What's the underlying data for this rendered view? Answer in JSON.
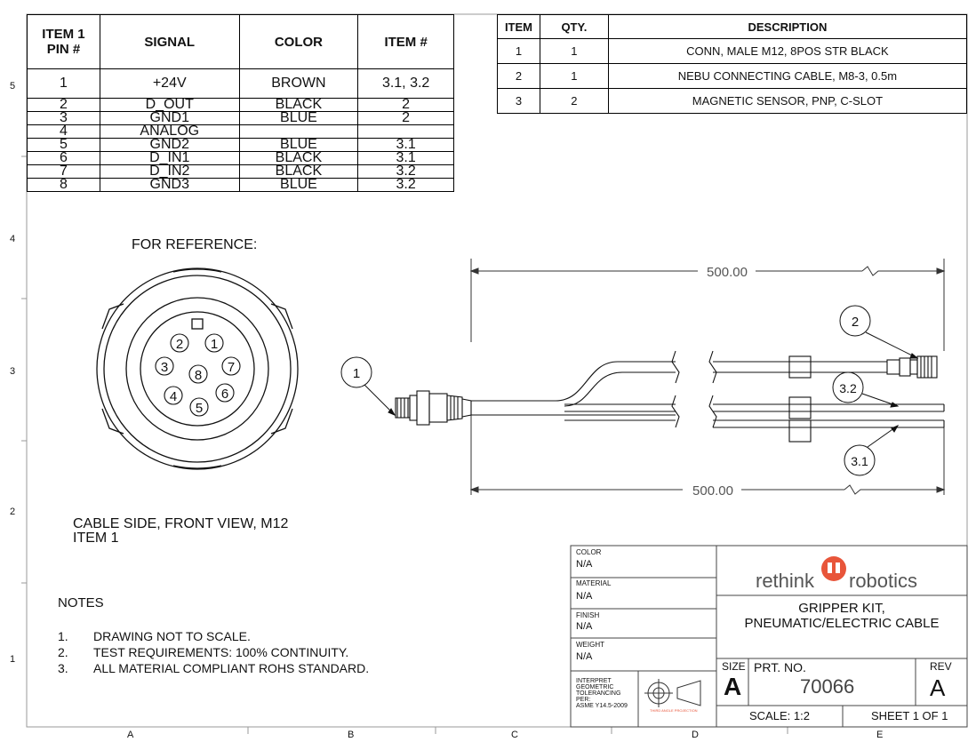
{
  "pin_table": {
    "headers": [
      "ITEM 1 PIN #",
      "SIGNAL",
      "COLOR",
      "ITEM #"
    ],
    "rows": [
      [
        "1",
        "+24V",
        "BROWN",
        "3.1, 3.2"
      ],
      [
        "2",
        "D_OUT",
        "BLACK",
        "2"
      ],
      [
        "3",
        "GND1",
        "BLUE",
        "2"
      ],
      [
        "4",
        "ANALOG",
        "",
        ""
      ],
      [
        "5",
        "GND2",
        "BLUE",
        "3.1"
      ],
      [
        "6",
        "D_IN1",
        "BLACK",
        "3.1"
      ],
      [
        "7",
        "D_IN2",
        "BLACK",
        "3.2"
      ],
      [
        "8",
        "GND3",
        "BLUE",
        "3.2"
      ]
    ]
  },
  "bom_table": {
    "headers": [
      "ITEM",
      "QTY.",
      "DESCRIPTION"
    ],
    "rows": [
      [
        "1",
        "1",
        "CONN, MALE M12, 8POS STR BLACK"
      ],
      [
        "2",
        "1",
        "NEBU CONNECTING CABLE, M8-3, 0.5m"
      ],
      [
        "3",
        "2",
        "MAGNETIC SENSOR, PNP, C-SLOT"
      ]
    ]
  },
  "zones": {
    "rows": [
      "5",
      "4",
      "3",
      "2",
      "1"
    ],
    "cols": [
      "A",
      "B",
      "C",
      "D",
      "E"
    ]
  },
  "connector_view": {
    "reference_label": "FOR REFERENCE:",
    "caption_line1": "CABLE SIDE, FRONT VIEW, M12",
    "caption_line2": "ITEM 1",
    "pins": [
      "1",
      "2",
      "3",
      "4",
      "5",
      "6",
      "7",
      "8"
    ]
  },
  "cable_drawing": {
    "dim_top": "500.00",
    "dim_bottom": "500.00",
    "balloons": [
      "1",
      "2",
      "3.2",
      "3.1"
    ]
  },
  "notes": {
    "title": "NOTES",
    "items": [
      {
        "num": "1.",
        "text": "DRAWING NOT TO SCALE."
      },
      {
        "num": "2.",
        "text": "TEST REQUIREMENTS: 100% CONTINUITY."
      },
      {
        "num": "3.",
        "text": "ALL MATERIAL COMPLIANT ROHS STANDARD."
      }
    ]
  },
  "title_block": {
    "color_label": "COLOR",
    "color_value": "N/A",
    "material_label": "MATERIAL",
    "material_value": "N/A",
    "finish_label": "FINISH",
    "finish_value": "N/A",
    "weight_label": "WEIGHT",
    "weight_value": "N/A",
    "tolerancing": [
      "INTERPRET",
      "GEOMETRIC",
      "TOLERANCING",
      "PER:",
      "ASME Y14.5-2009"
    ],
    "projection_label": "THIRD ANGLE PROJECTION",
    "logo_left": "rethink",
    "logo_right": "robotics",
    "title_line1": "GRIPPER KIT,",
    "title_line2": "PNEUMATIC/ELECTRIC CABLE",
    "size_label": "SIZE",
    "size_value": "A",
    "part_label": "PRT. NO.",
    "part_value": "70066",
    "rev_label": "REV",
    "rev_value": "A",
    "scale": "SCALE: 1:2",
    "sheet": "SHEET 1 OF 1"
  },
  "colors": {
    "line": "#000000",
    "logo_accent": "#e8553a",
    "text": "#111111"
  }
}
